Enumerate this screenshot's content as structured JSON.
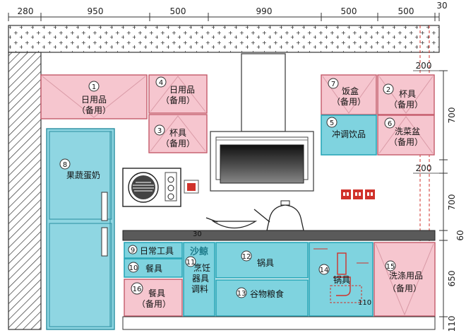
{
  "dimensions": {
    "top": [
      "280",
      "950",
      "500",
      "990",
      "500",
      "500",
      "30"
    ],
    "right": [
      "200",
      "700",
      "200",
      "700",
      "60",
      "650",
      "110"
    ],
    "counter_thickness": "30",
    "sink_depth": "110"
  },
  "items": {
    "i1": {
      "num": "1",
      "line1": "日用品",
      "line2": "（备用）"
    },
    "i2": {
      "num": "2",
      "line1": "杯具",
      "line2": "（备用）"
    },
    "i3": {
      "num": "3",
      "line1": "杯具",
      "line2": "（备用）"
    },
    "i4": {
      "num": "4",
      "line1": "日用品",
      "line2": "（备用）"
    },
    "i5": {
      "num": "5",
      "line1": "冲调饮品"
    },
    "i6": {
      "num": "6",
      "line1": "洗菜盆",
      "line2": "（备用）"
    },
    "i7": {
      "num": "7",
      "line1": "饭盒",
      "line2": "（备用）"
    },
    "i8": {
      "num": "8",
      "line1": "果蔬蛋奶"
    },
    "i9": {
      "num": "9",
      "line1": "日常工具"
    },
    "i10": {
      "num": "10",
      "line1": "餐具"
    },
    "i11": {
      "num": "11",
      "line1": "烹饪",
      "line2": "器具",
      "line3": "调料",
      "brand": "沙鲸"
    },
    "i12": {
      "num": "12",
      "line1": "锅具"
    },
    "i13": {
      "num": "13",
      "line1": "谷物粮食"
    },
    "i14": {
      "num": "14",
      "line1": "锅具"
    },
    "i15": {
      "num": "15",
      "line1": "洗涤用品",
      "line2": "（备用）"
    },
    "i16": {
      "num": "16",
      "line1": "餐具",
      "line2": "（备用）"
    }
  },
  "colors": {
    "pink": "#f6c6cf",
    "cyan": "#7fd3df",
    "cyan_dark": "#2aa7b8",
    "outline": "#333333",
    "red": "#d0322b"
  }
}
